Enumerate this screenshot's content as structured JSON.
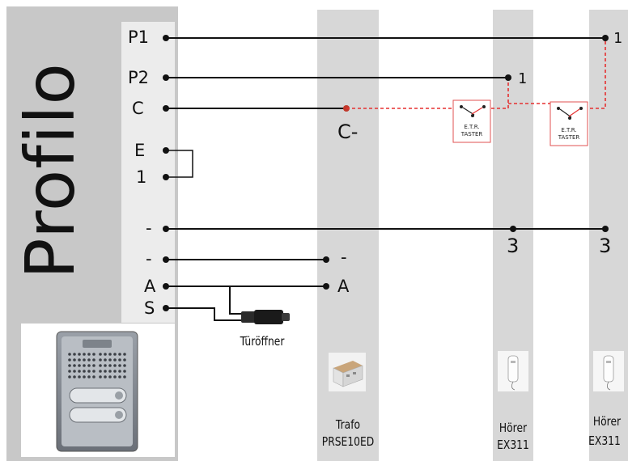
{
  "brand": "Profilo",
  "terminals": {
    "p1": "P1",
    "p2": "P2",
    "c": "C",
    "e": "E",
    "one": "1",
    "minus1": "-",
    "minus2": "-",
    "a": "A",
    "s": "S"
  },
  "trafo": {
    "c_minus": "C-",
    "minus": "-",
    "a": "A",
    "name": "Trafo",
    "model": "PRSE10ED"
  },
  "handset1": {
    "t1": "1",
    "t3": "3",
    "name": "Hörer",
    "model": "EX311"
  },
  "handset2": {
    "t1": "1",
    "t3": "3",
    "name": "Hörer",
    "model": "EX311"
  },
  "door_opener_label": "Türöffner",
  "etr_button": {
    "line1": "E.T.R.",
    "line2": "TASTER"
  },
  "colors": {
    "wire": "#111111",
    "etr_wire": "#e53030",
    "panel": "#c8c8c8",
    "strip": "#d7d7d7"
  }
}
